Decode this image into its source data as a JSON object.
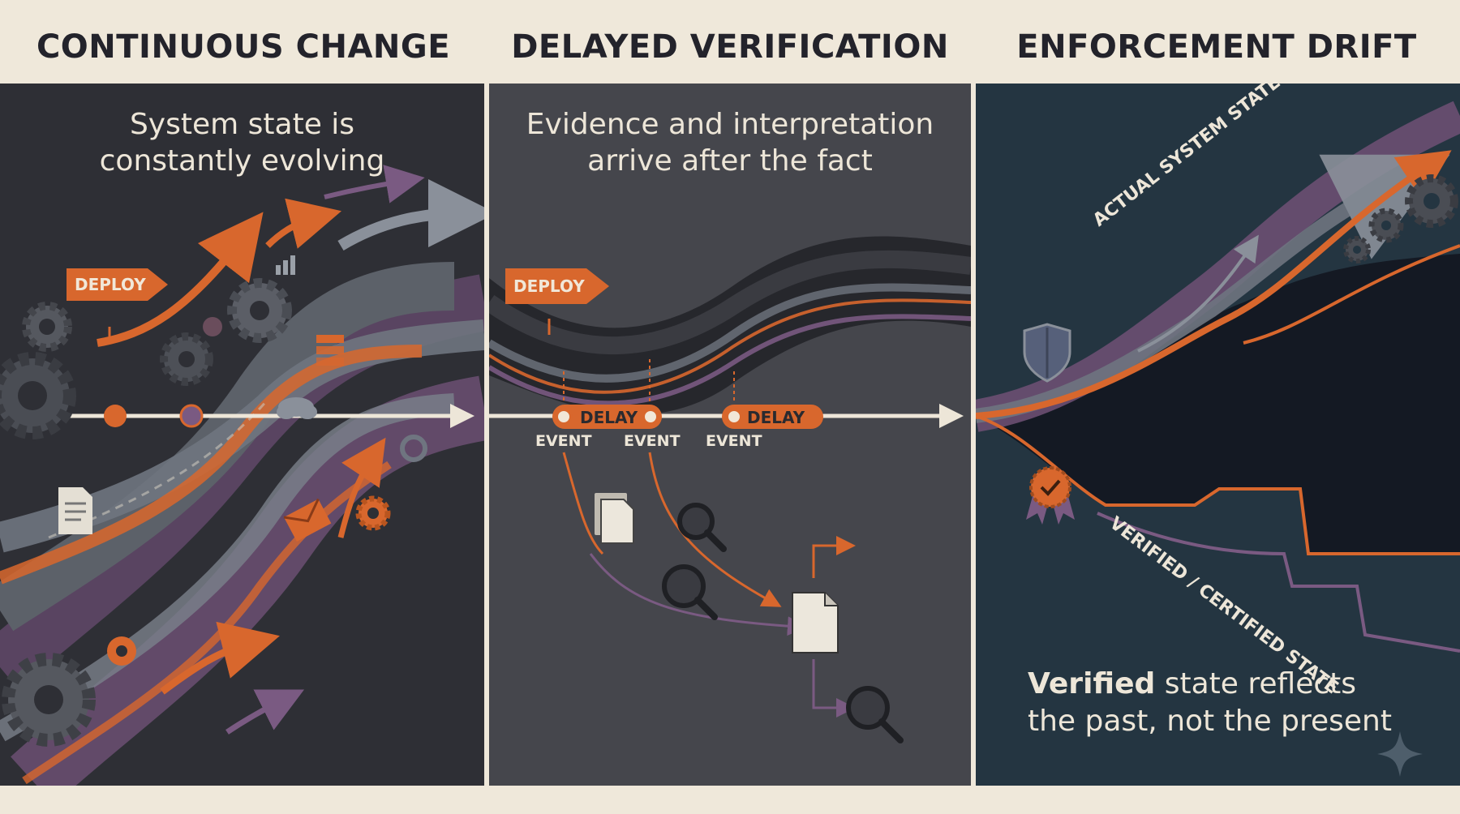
{
  "headings": {
    "left": "CONTINUOUS CHANGE",
    "middle": "DELAYED VERIFICATION",
    "right": "ENFORCEMENT DRIFT"
  },
  "left": {
    "subtitle_line1": "System state is",
    "subtitle_line2": "constantly evolving",
    "deploy_label": "DEPLOY"
  },
  "middle": {
    "subtitle_line1": "Evidence and interpretation",
    "subtitle_line2": "arrive after the fact",
    "deploy_label": "DEPLOY",
    "delay_labels": [
      "DELAY",
      "DELAY"
    ],
    "event_labels": [
      "EVENT",
      "EVENT",
      "EVENT"
    ]
  },
  "right": {
    "actual_label": "ACTUAL SYSTEM STATE",
    "verified_label": "VERIFIED / CERTIFIED STATE",
    "caption_bold": "Verified",
    "caption_rest": " state reflects",
    "caption_line2": "the past, not the present"
  },
  "colors": {
    "background": "#efe8da",
    "panel_left": "#2e2f35",
    "panel_middle": "#45464c",
    "panel_right": "#243541",
    "accent_orange": "#d8672d",
    "accent_purple": "#7a5a82",
    "stream_gray": "#6f7580",
    "heading_text": "#23232b"
  },
  "icons": [
    "gear-icon",
    "document-icon",
    "magnifier-icon",
    "shield-icon",
    "badge-icon",
    "envelope-icon",
    "sparkle-icon"
  ]
}
